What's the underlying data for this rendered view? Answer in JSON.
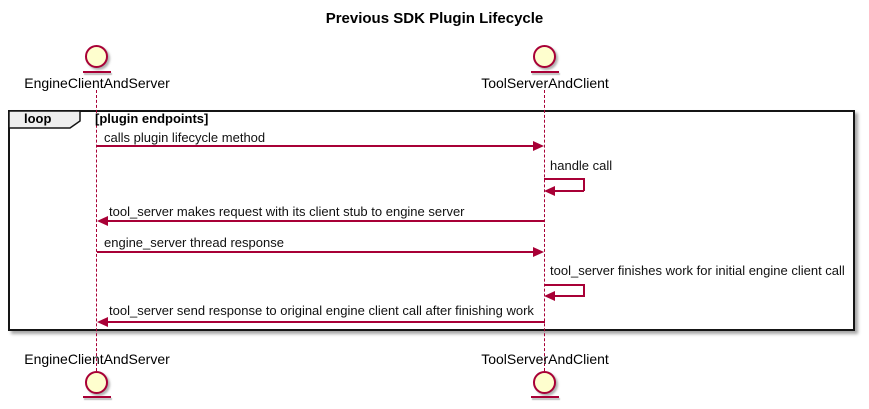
{
  "title": "Previous SDK Plugin Lifecycle",
  "colors": {
    "accent": "#A80036",
    "actor_fill": "#FEFECE",
    "frame_border": "#151515",
    "loop_header_fill": "#EEEEEE",
    "text": "#000000"
  },
  "icons": {
    "participant": "entity-circle-icon"
  },
  "actors": [
    {
      "name": "EngineClientAndServer"
    },
    {
      "name": "ToolServerAndClient"
    }
  ],
  "loop": {
    "label": "loop",
    "condition": "[plugin endpoints]"
  },
  "messages": [
    {
      "text": "calls plugin lifecycle method",
      "from": "EngineClientAndServer",
      "to": "ToolServerAndClient",
      "kind": "solid-right"
    },
    {
      "text": "handle call",
      "from": "ToolServerAndClient",
      "to": "ToolServerAndClient",
      "kind": "self"
    },
    {
      "text": "tool_server makes request with its client stub to engine server",
      "from": "ToolServerAndClient",
      "to": "EngineClientAndServer",
      "kind": "solid-left"
    },
    {
      "text": "engine_server thread response",
      "from": "EngineClientAndServer",
      "to": "ToolServerAndClient",
      "kind": "solid-right"
    },
    {
      "text": "tool_server finishes work for initial engine client call",
      "from": "ToolServerAndClient",
      "to": "ToolServerAndClient",
      "kind": "self"
    },
    {
      "text": "tool_server send response to original engine client call after finishing work",
      "from": "ToolServerAndClient",
      "to": "EngineClientAndServer",
      "kind": "solid-left"
    }
  ]
}
